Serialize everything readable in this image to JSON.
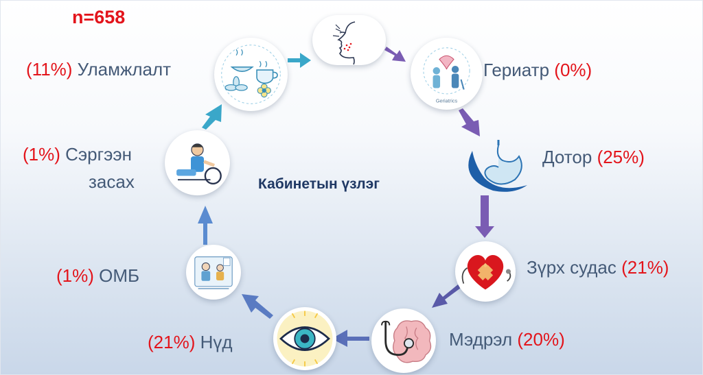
{
  "sample_size": "n=658",
  "center_title": "Кабинетын үзлэг",
  "nodes": [
    {
      "pct": "(11%)",
      "name": "Уламжлалт",
      "icon": "herbal-medicine-icon"
    },
    {
      "icon": "dermatology-face-icon"
    },
    {
      "pct": "(0%)",
      "name": "Гериатр",
      "icon": "geriatrics-icon",
      "caption": "Geriatrics"
    },
    {
      "pct": "(25%)",
      "name": "Дотор",
      "icon": "stomach-icon"
    },
    {
      "pct": "(21%)",
      "name": "Зүрх судас",
      "icon": "heart-icon"
    },
    {
      "pct": "(20%)",
      "name": "Мэдрэл",
      "icon": "brain-stethoscope-icon"
    },
    {
      "pct": "(21%)",
      "name": "Нүд",
      "icon": "eye-icon"
    },
    {
      "pct": "(1%)",
      "name": "ОМБ",
      "icon": "ent-team-icon"
    },
    {
      "pct": "(1%)",
      "name": "Сэргээн",
      "name2": "засах",
      "icon": "rehabilitation-icon"
    }
  ],
  "colors": {
    "percent": "#e3141b",
    "label": "#445a77",
    "arrow_teal": "#3aa7c9",
    "arrow_purple": "#7a5cb3",
    "arrow_blue": "#5a7bc2"
  }
}
